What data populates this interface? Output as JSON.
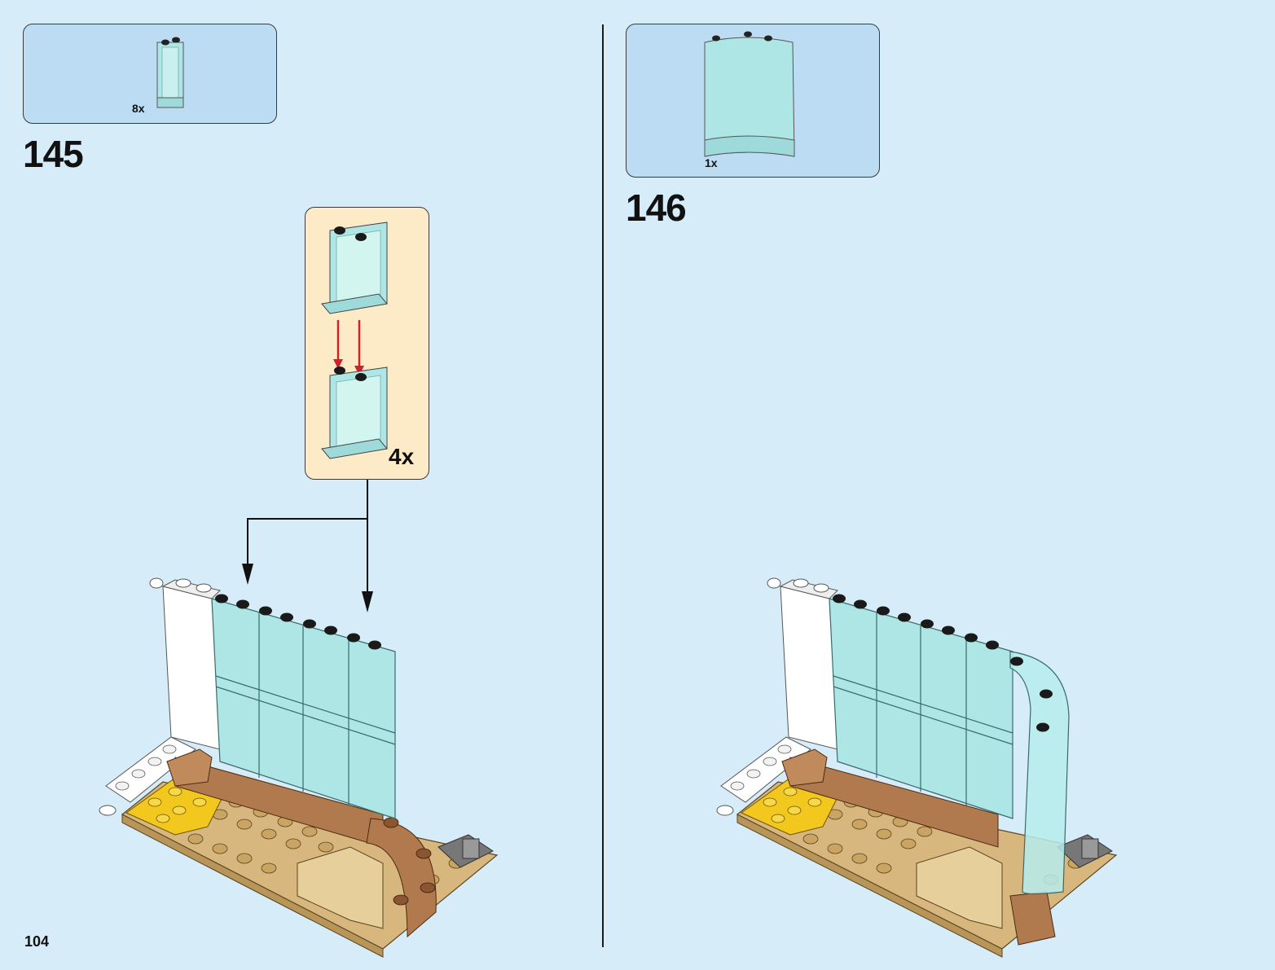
{
  "page": {
    "number": "104"
  },
  "steps": [
    {
      "number": "145",
      "parts": [
        {
          "name": "glass-window-panel",
          "qty": "8x"
        }
      ],
      "subassembly": {
        "qty": "4x"
      }
    },
    {
      "number": "146",
      "parts": [
        {
          "name": "curved-glass-panel",
          "qty": "1x"
        }
      ]
    }
  ],
  "colors": {
    "background": "#d6ecf9",
    "parts_box": "#bcdcf4",
    "subassembly_box": "#fdebc8",
    "glass": "#aee6e6",
    "tan": "#d8b77e",
    "brown": "#b07a4e",
    "yellow": "#f2c81e",
    "arrow_red": "#d0202a"
  }
}
